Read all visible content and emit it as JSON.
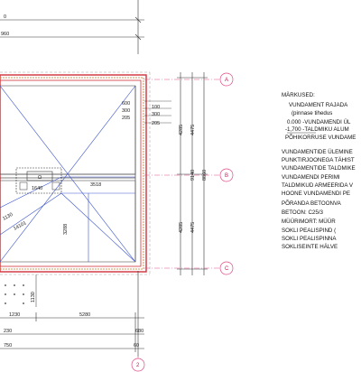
{
  "colors": {
    "wall_red": "#d0313a",
    "wall_inner": "#b97a2f",
    "blue_line": "#3d55c9",
    "grid_pink": "#e04a87",
    "dim_line": "#333333",
    "frame_dark": "#555555"
  },
  "top_dims": [
    "0",
    "960"
  ],
  "bottom_dims": {
    "left_a": "1230",
    "left_b": "5280",
    "row2_left": "230",
    "row2_right": "680",
    "row3_left": "750",
    "row3_right": "60"
  },
  "right_dims": {
    "stack": [
      "600",
      "100",
      "300",
      "300",
      "205",
      "205"
    ],
    "vert": [
      "4285",
      "4475",
      "9140",
      "8860",
      "4285",
      "4475"
    ]
  },
  "plan_dims": {
    "d1": "3518",
    "d2": "1640",
    "d3": "14101",
    "d4": "3288",
    "d5": "1130",
    "d6": "1130"
  },
  "axis_labels": {
    "a": "A",
    "b": "B",
    "c": "C",
    "n2": "2"
  },
  "small_label": "Ω",
  "notes": {
    "heading": "MÄRKUSED:",
    "lines": [
      "VUNDAMENT RAJADA",
      "(pinnase tihedus",
      "0.000  -VUNDAMENDI ÜL",
      "-1,700  -TALDMIKU ALUM",
      "PÕHIKORRUSE VUNDAME",
      "VUNDAMENTIDE ÜLEMINE",
      "PUNKTIRJOONEGA TÄHIST",
      "VUNDAMENTIDE TALDMIKE",
      "VUNDAMENDI PERIMI",
      "TALDMIKUD ARMEERIDA V",
      "HOONE VUNDAMENDI PE",
      "PÕRANDA BETOONVA",
      "BETOON:       C25/3",
      "MÜÜRIMORT:    MÜÜR",
      "SOKLI PEALISPIND (",
      "SOKLI PEALISPINNA",
      "SOKLISEINTE HÄLVE"
    ]
  }
}
